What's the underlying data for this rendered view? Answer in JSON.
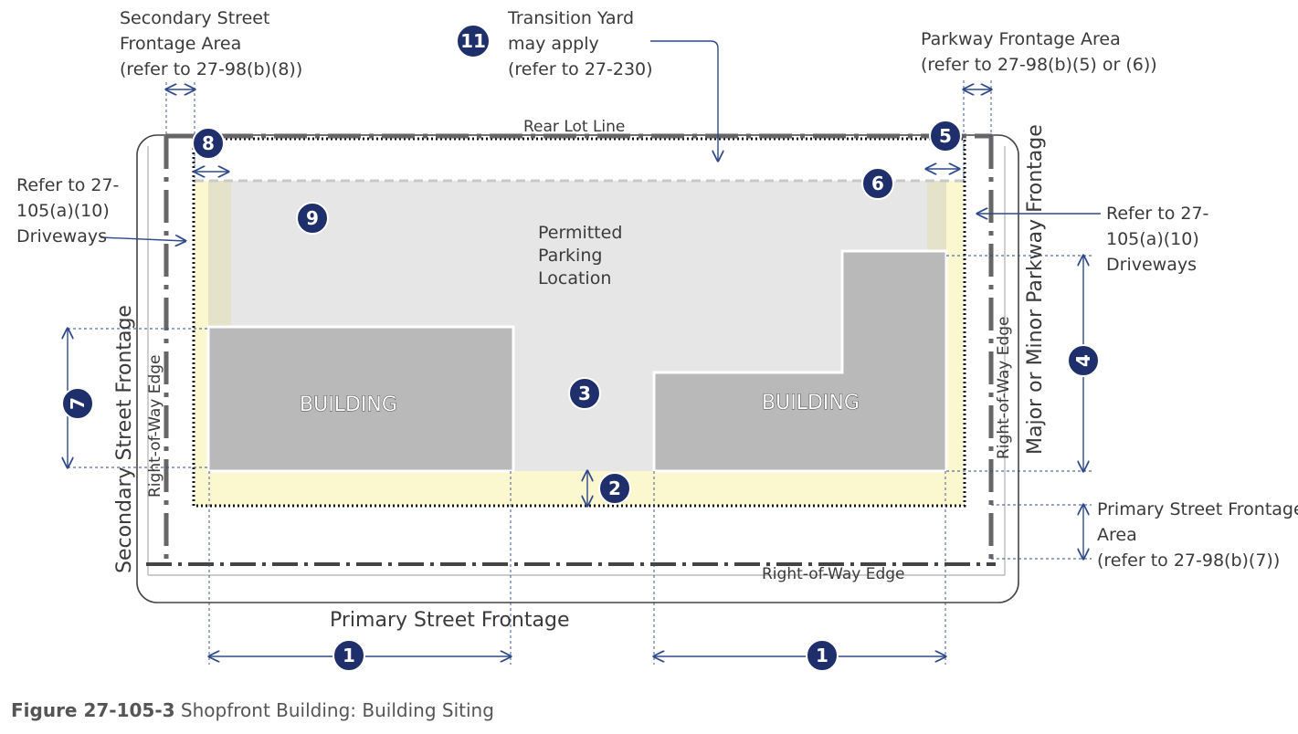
{
  "labels": {
    "secondary_area": [
      "Secondary Street",
      "Frontage Area",
      "(refer to 27-98(b)(8))"
    ],
    "transition_yard": [
      "Transition Yard",
      "may apply",
      "(refer to 27-230)"
    ],
    "parkway_area": [
      "Parkway Frontage Area",
      "(refer to 27-98(b)(5) or (6))"
    ],
    "rear_lot_line": "Rear Lot Line",
    "driveways_left": [
      "Refer to 27-",
      "105(a)(10)",
      "Driveways"
    ],
    "driveways_right": [
      "Refer to 27-",
      "105(a)(10)",
      "Driveways"
    ],
    "parking": [
      "Permitted",
      "Parking",
      "Location"
    ],
    "building_left": "BUILDING",
    "building_right": "BUILDING",
    "secondary_frontage": "Secondary Street Frontage",
    "row_edge_left": "Right-of-Way Edge",
    "row_edge_right": "Right-of-Way Edge",
    "row_edge_bottom": "Right-of-Way Edge",
    "parkway_frontage": "Major or Minor Parkway Frontage",
    "primary_area": [
      "Primary Street Frontage",
      "Area",
      "(refer to 27-98(b)(7))"
    ],
    "primary_frontage": "Primary Street Frontage"
  },
  "badges": {
    "b1a": "1",
    "b1b": "1",
    "b2": "2",
    "b3": "3",
    "b4": "4",
    "b5": "5",
    "b6": "6",
    "b7": "7",
    "b8": "8",
    "b9": "9",
    "b11": "11"
  },
  "caption": {
    "number": "Figure 27-105-3",
    "title": "Shopfront Building: Building Siting"
  },
  "colors": {
    "badge": "#1f2f6b",
    "building": "#b9b9b9",
    "parking": "#e8e8e8",
    "frontage_zone": "#fbf8d0",
    "dimension": "#2f4a8a"
  }
}
